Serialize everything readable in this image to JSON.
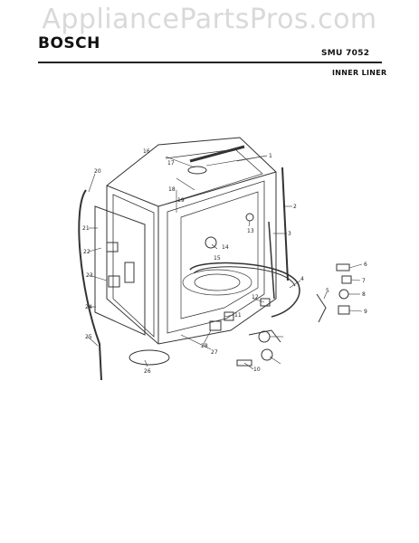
{
  "watermark": "AppliancePartsPros.com",
  "brand": "BOSCH",
  "model": "SMU 7052",
  "section_title": "INNER LINER",
  "callouts": [
    "1",
    "2",
    "3",
    "4",
    "5",
    "6",
    "7",
    "8",
    "9",
    "10",
    "11",
    "12",
    "13",
    "14",
    "15",
    "16",
    "17",
    "18",
    "19",
    "20",
    "21",
    "22",
    "23",
    "24",
    "25",
    "26",
    "27",
    "28"
  ]
}
